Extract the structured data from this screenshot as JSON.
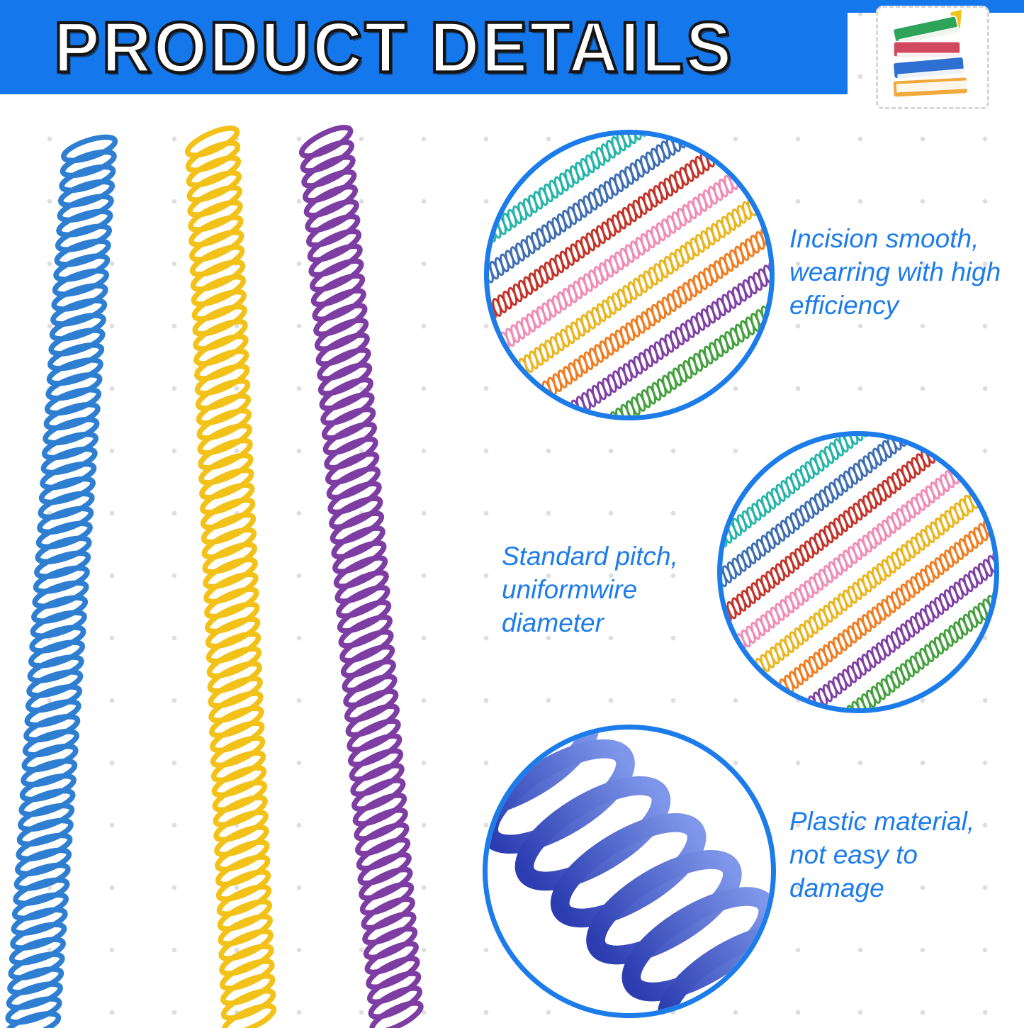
{
  "banner": {
    "title": "PRODUCT DETAILS"
  },
  "logo": {
    "icon": "books-icon"
  },
  "callouts": [
    {
      "name": "incision",
      "lines": [
        "Incision smooth,",
        "wearring with high",
        "efficiency"
      ]
    },
    {
      "name": "pitch",
      "lines": [
        "Standard pitch,",
        "uniformwire",
        "diameter"
      ]
    },
    {
      "name": "material",
      "lines": [
        "Plastic material,",
        "not easy to",
        "damage"
      ]
    }
  ],
  "colors": {
    "banner_blue": "#1577ec",
    "caption_blue": "#1c7cea",
    "circle_border_blue": "#1c7cea",
    "left_spirals": [
      "#2e7fd2",
      "#f3c219",
      "#7d3da2"
    ],
    "mini_spirals": [
      "#25b5a8",
      "#3f6fb2",
      "#c23429",
      "#f08cb4",
      "#e9b41c",
      "#ef7d20",
      "#8040a4",
      "#44a03c"
    ],
    "closeup_spiral_dark": "#2b3db0",
    "closeup_spiral_light": "#7e97ea"
  }
}
